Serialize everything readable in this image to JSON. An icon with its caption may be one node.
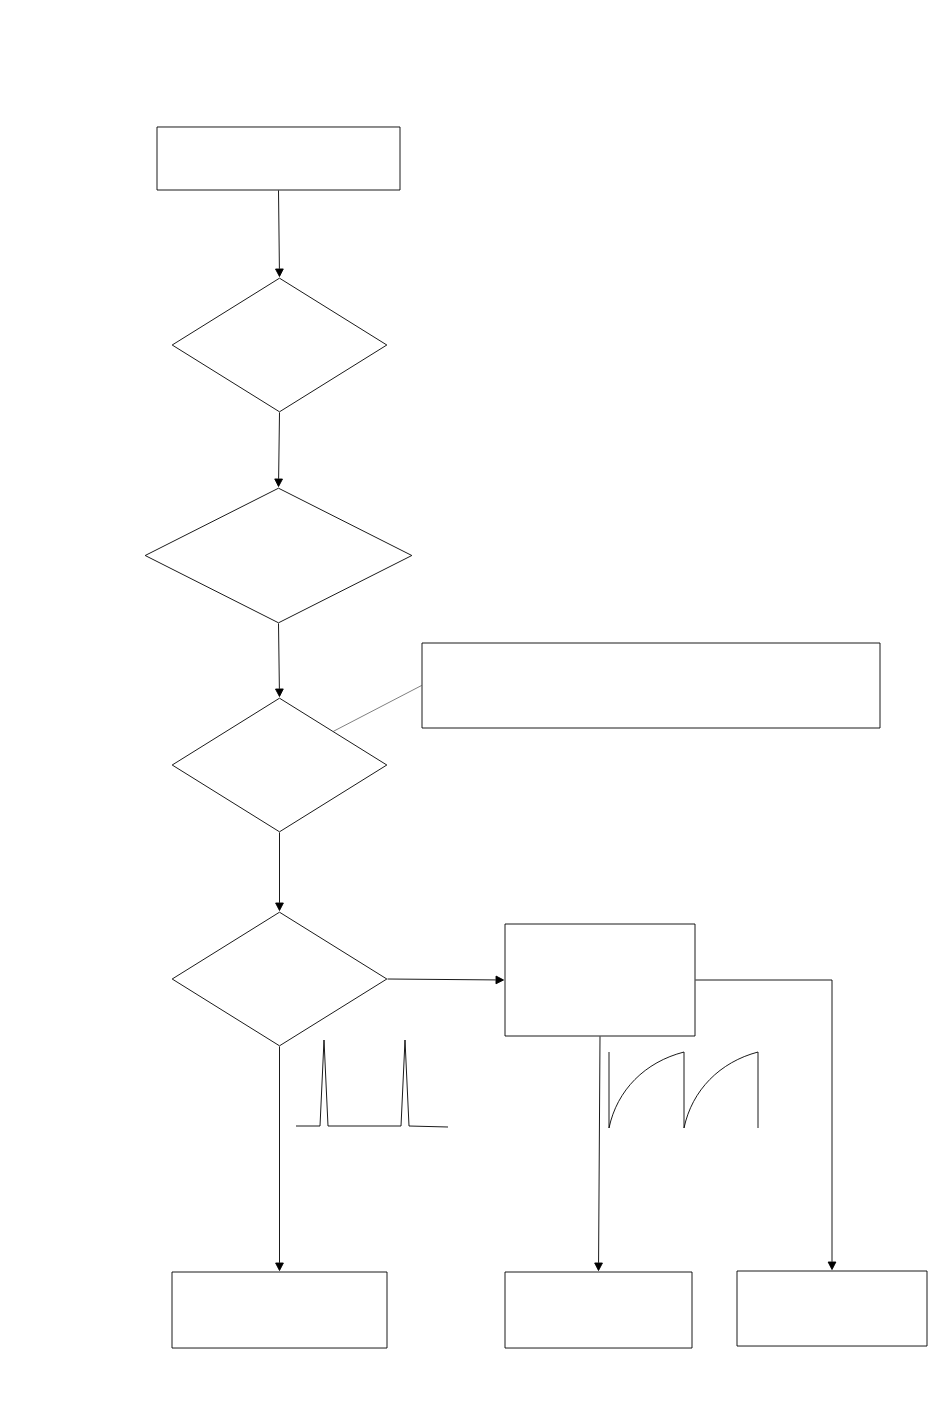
{
  "diagram": {
    "nodes": [
      {
        "text": [],
        "shape": "box"
      },
      {
        "text": [],
        "shape": "diamond"
      },
      {
        "text": [],
        "shape": "diamond"
      },
      {
        "text": [],
        "shape": "box"
      },
      {
        "text": [],
        "shape": "diamond"
      },
      {
        "text": [],
        "shape": "diamond"
      },
      {
        "text": [],
        "shape": "box"
      },
      {
        "text": [],
        "shape": "box"
      },
      {
        "text": [],
        "shape": "box"
      },
      {
        "text": [],
        "shape": "box"
      }
    ],
    "edges": [
      {
        "from": 0,
        "to": 1,
        "arrow": "to"
      },
      {
        "from": 1,
        "to": 2,
        "arrow": "to"
      },
      {
        "from": 2,
        "to": 4,
        "arrow": "to"
      },
      {
        "from": 3,
        "to": 4,
        "arrow": "none"
      },
      {
        "from": 4,
        "to": 5,
        "arrow": "to"
      },
      {
        "from": 5,
        "to": 6,
        "arrow": "to"
      },
      {
        "from": 5,
        "to": 7,
        "arrow": "to"
      },
      {
        "from": 6,
        "to": 8,
        "arrow": "to"
      },
      {
        "from": 6,
        "to": 9,
        "arrow": "to"
      }
    ]
  }
}
